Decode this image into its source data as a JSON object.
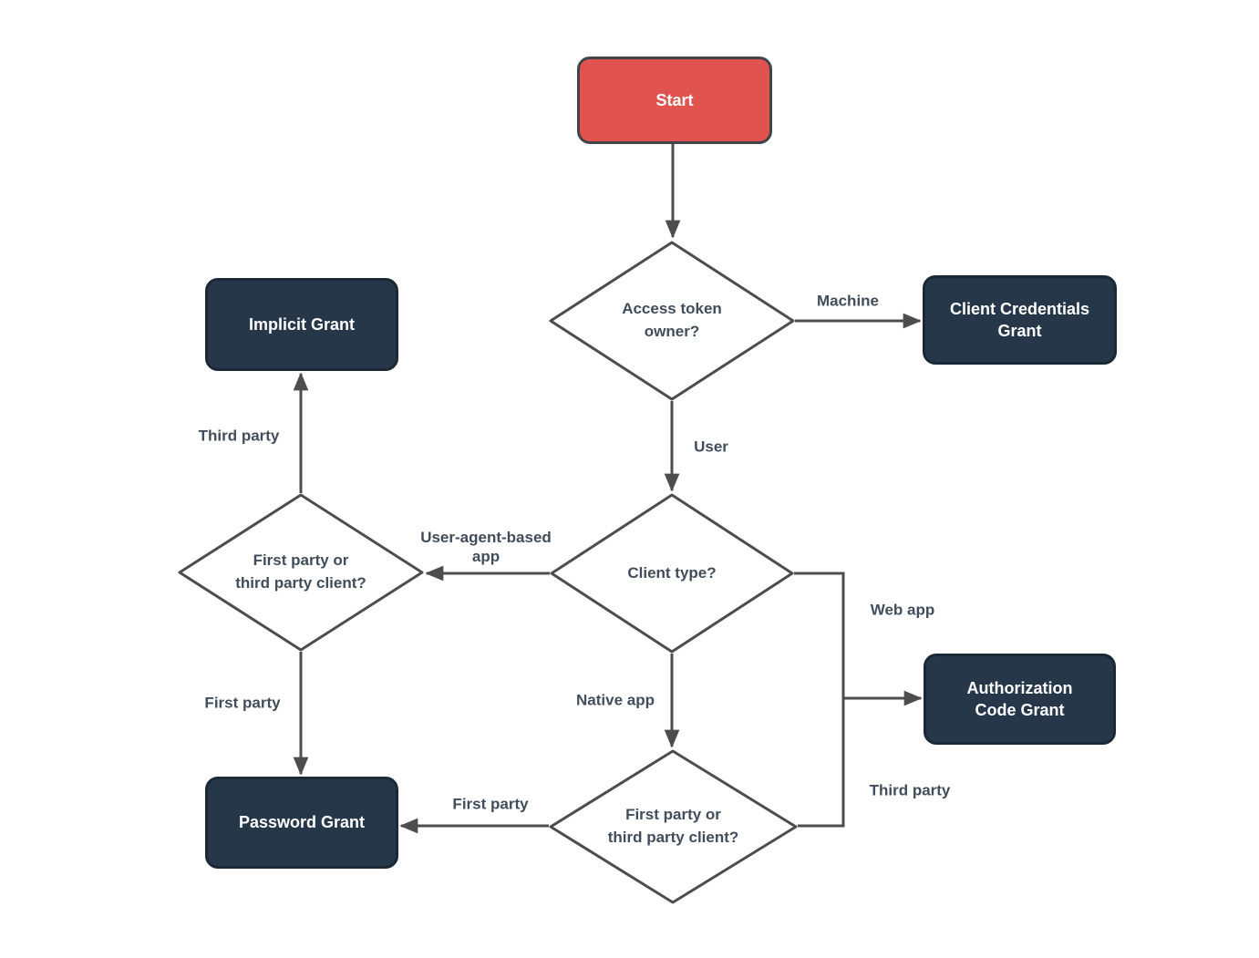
{
  "diagram": {
    "title": "OAuth grant type decision flowchart",
    "colors": {
      "background": "#ffffff",
      "connector": "#4d4d4d",
      "start_fill": "#e0534f",
      "start_border": "#414549",
      "terminal_fill": "#26374a",
      "terminal_border": "#1b2836",
      "decision_fill": "#ffffff",
      "decision_border": "#4d4d4d",
      "decision_text": "#414d5a",
      "edge_label_text": "#414d5a",
      "node_text": "#ffffff"
    },
    "nodes": {
      "start": {
        "label": "Start",
        "type": "start"
      },
      "access_token_owner": {
        "label": [
          "Access token",
          "owner?"
        ],
        "type": "decision"
      },
      "client_credentials_grant": {
        "label": [
          "Client Credentials",
          "Grant"
        ],
        "type": "terminal"
      },
      "implicit_grant": {
        "label": "Implicit Grant",
        "type": "terminal"
      },
      "client_type": {
        "label": "Client type?",
        "type": "decision"
      },
      "first_or_third_party_left": {
        "label": [
          "First party or",
          "third party client?"
        ],
        "type": "decision"
      },
      "authorization_code_grant": {
        "label": [
          "Authorization",
          "Code Grant"
        ],
        "type": "terminal"
      },
      "first_or_third_party_bottom": {
        "label": [
          "First party or",
          "third party client?"
        ],
        "type": "decision"
      },
      "password_grant": {
        "label": "Password Grant",
        "type": "terminal"
      }
    },
    "edge_labels": {
      "machine": "Machine",
      "user": "User",
      "user_agent_based_app": [
        "User-agent-based",
        "app"
      ],
      "third_party_left": "Third party",
      "first_party_left": "First party",
      "web_app": "Web app",
      "native_app": "Native app",
      "first_party_bottom": "First party",
      "third_party_right": "Third party"
    }
  }
}
